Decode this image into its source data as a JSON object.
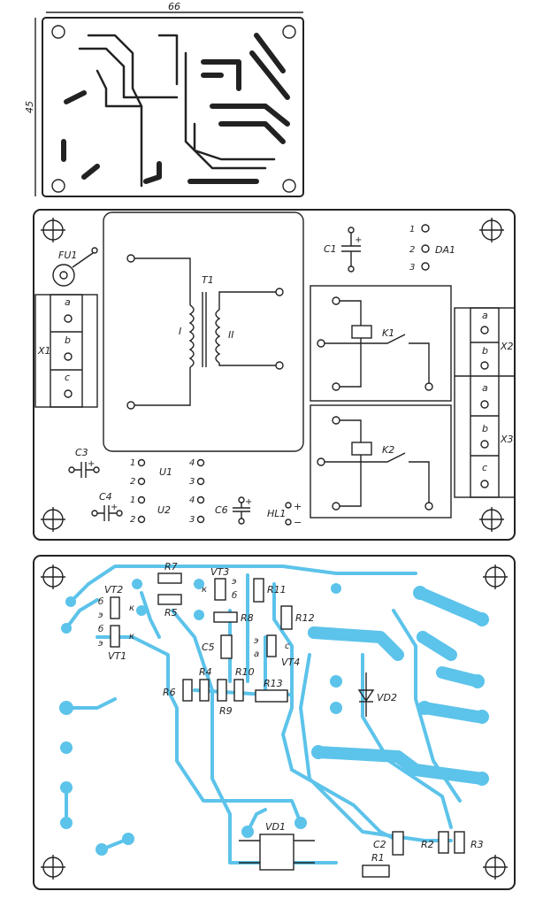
{
  "top_view": {
    "width_dim": "66",
    "height_dim": "45"
  },
  "assembly": {
    "fuse": "FU1",
    "transformer": "T1",
    "winding_primary": "I",
    "winding_secondary": "II",
    "c1": "C1",
    "da1": "DA1",
    "da1_pins": [
      "1",
      "2",
      "3"
    ],
    "x1": "X1",
    "x1_pins": [
      "a",
      "b",
      "c"
    ],
    "k1": "K1",
    "k2": "K2",
    "x2": "X2",
    "x2_pins": [
      "a",
      "b"
    ],
    "x3": "X3",
    "x3_pins": [
      "a",
      "b",
      "c"
    ],
    "c3": "C3",
    "c4": "C4",
    "u1": "U1",
    "u2": "U2",
    "u1_pins": [
      "1",
      "2",
      "4",
      "3"
    ],
    "u2_pins": [
      "1",
      "2",
      "4",
      "3"
    ],
    "c6": "C6",
    "hl1": "HL1",
    "plus": "+",
    "minus": "−"
  },
  "traces_view": {
    "components": [
      "R7",
      "VT3",
      "R5",
      "R11",
      "VT2",
      "R8",
      "R12",
      "C5",
      "VT1",
      "VT4",
      "R4",
      "R10",
      "R6",
      "R9",
      "R13",
      "VD2",
      "VD1",
      "C2",
      "R1",
      "R2",
      "R3"
    ],
    "vt2_pins": [
      "б",
      "э",
      "к"
    ],
    "vt1_pins": [
      "б",
      "э",
      "к"
    ],
    "vt3_pins": [
      "к",
      "э",
      "б"
    ],
    "vt4_pins": [
      "э",
      "a",
      "c"
    ]
  },
  "colors": {
    "copper_trace": "#5cc3ea",
    "ink": "#222222"
  }
}
